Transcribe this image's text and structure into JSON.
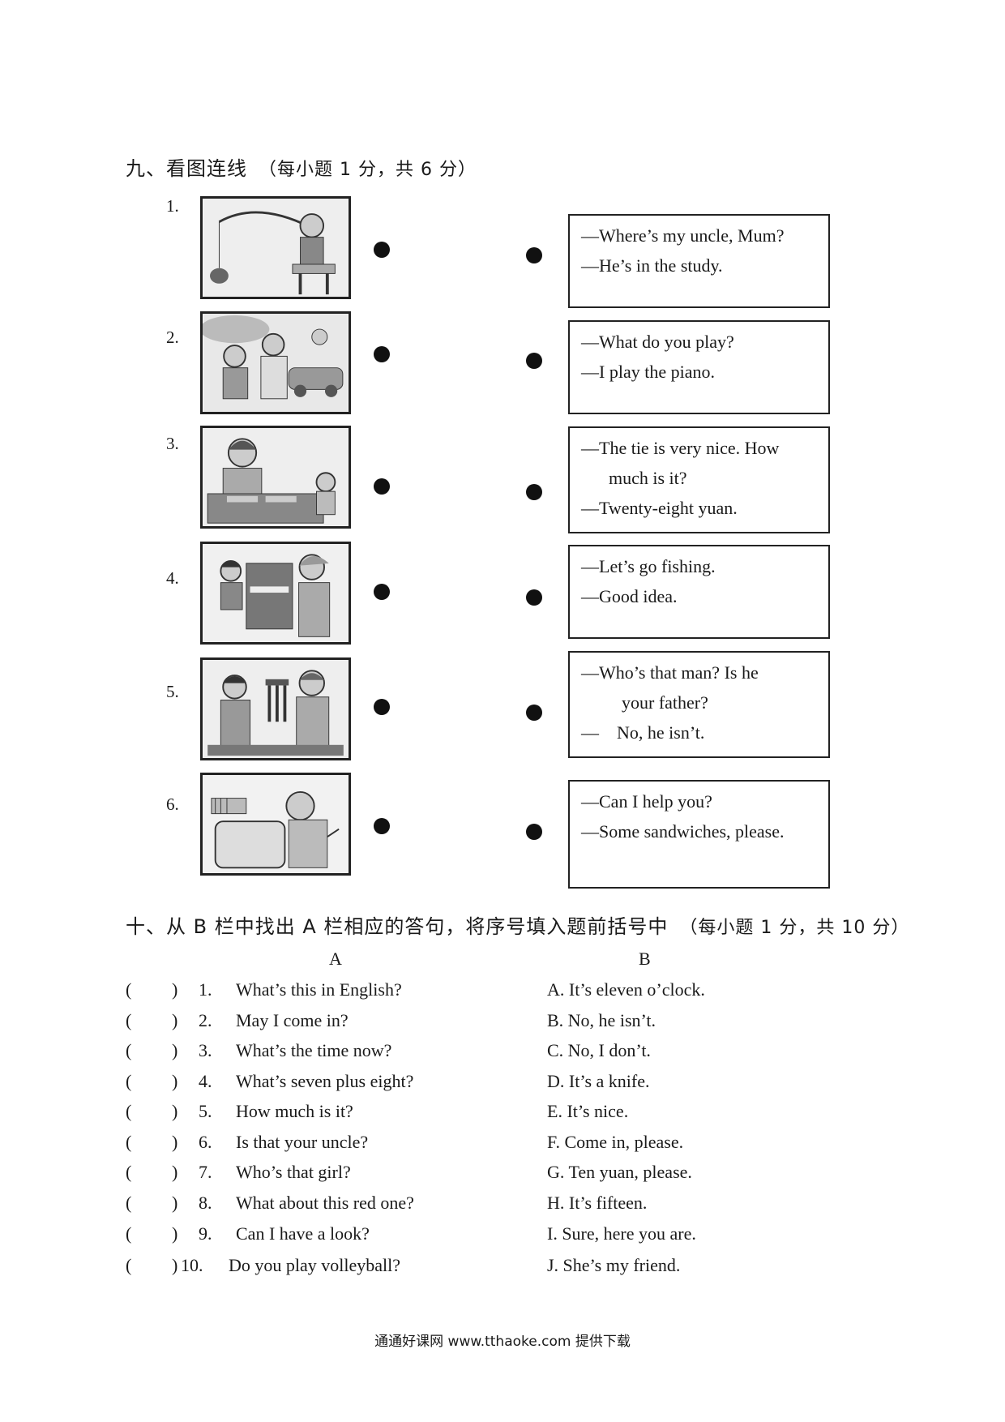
{
  "section9": {
    "title": "九、看图连线",
    "note": "（每小题 1 分，共 6 分）",
    "numbers": [
      "1.",
      "2.",
      "3.",
      "4.",
      "5.",
      "6."
    ],
    "dialogues": [
      [
        "—Where’s my uncle, Mum?",
        "—He’s in the study."
      ],
      [
        "—What do you play?",
        "—I play the piano."
      ],
      [
        "—The tie is very nice. How",
        "much is it?",
        "—Twenty-eight yuan."
      ],
      [
        "—Let’s go fishing.",
        "—Good idea."
      ],
      [
        "—Who’s that man? Is he",
        "your father?",
        "—　No, he isn’t."
      ],
      [
        "—Can I help you?",
        "—Some sandwiches, please."
      ]
    ]
  },
  "section10": {
    "title": "十、从 B 栏中找出 A 栏相应的答句，将序号填入题前括号中",
    "note": "（每小题 1 分，共 10 分）",
    "col_a": "A",
    "col_b": "B",
    "paren_left": "(",
    "paren_right": ")",
    "rows": [
      {
        "num": "1.",
        "q": "What’s this in English?",
        "a": "A. It’s eleven o’clock."
      },
      {
        "num": "2.",
        "q": "May I come in?",
        "a": "B. No, he isn’t."
      },
      {
        "num": "3.",
        "q": "What’s the time now?",
        "a": "C. No, I don’t."
      },
      {
        "num": "4.",
        "q": "What’s seven plus eight?",
        "a": "D. It’s a knife."
      },
      {
        "num": "5.",
        "q": "How much is it?",
        "a": "E. It’s nice."
      },
      {
        "num": "6.",
        "q": "Is that your uncle?",
        "a": "F. Come in, please."
      },
      {
        "num": "7.",
        "q": "Who’s that girl?",
        "a": "G. Ten yuan, please."
      },
      {
        "num": "8.",
        "q": "What about this red one?",
        "a": "H. It’s fifteen."
      },
      {
        "num": "9.",
        "q": "Can I have a look?",
        "a": "I. Sure, here you are."
      },
      {
        "num": "10.",
        "q": "Do you play volleyball?",
        "a": "J. She’s my friend."
      }
    ]
  },
  "footer": "通通好课网  www.tthaoke.com  提供下载"
}
